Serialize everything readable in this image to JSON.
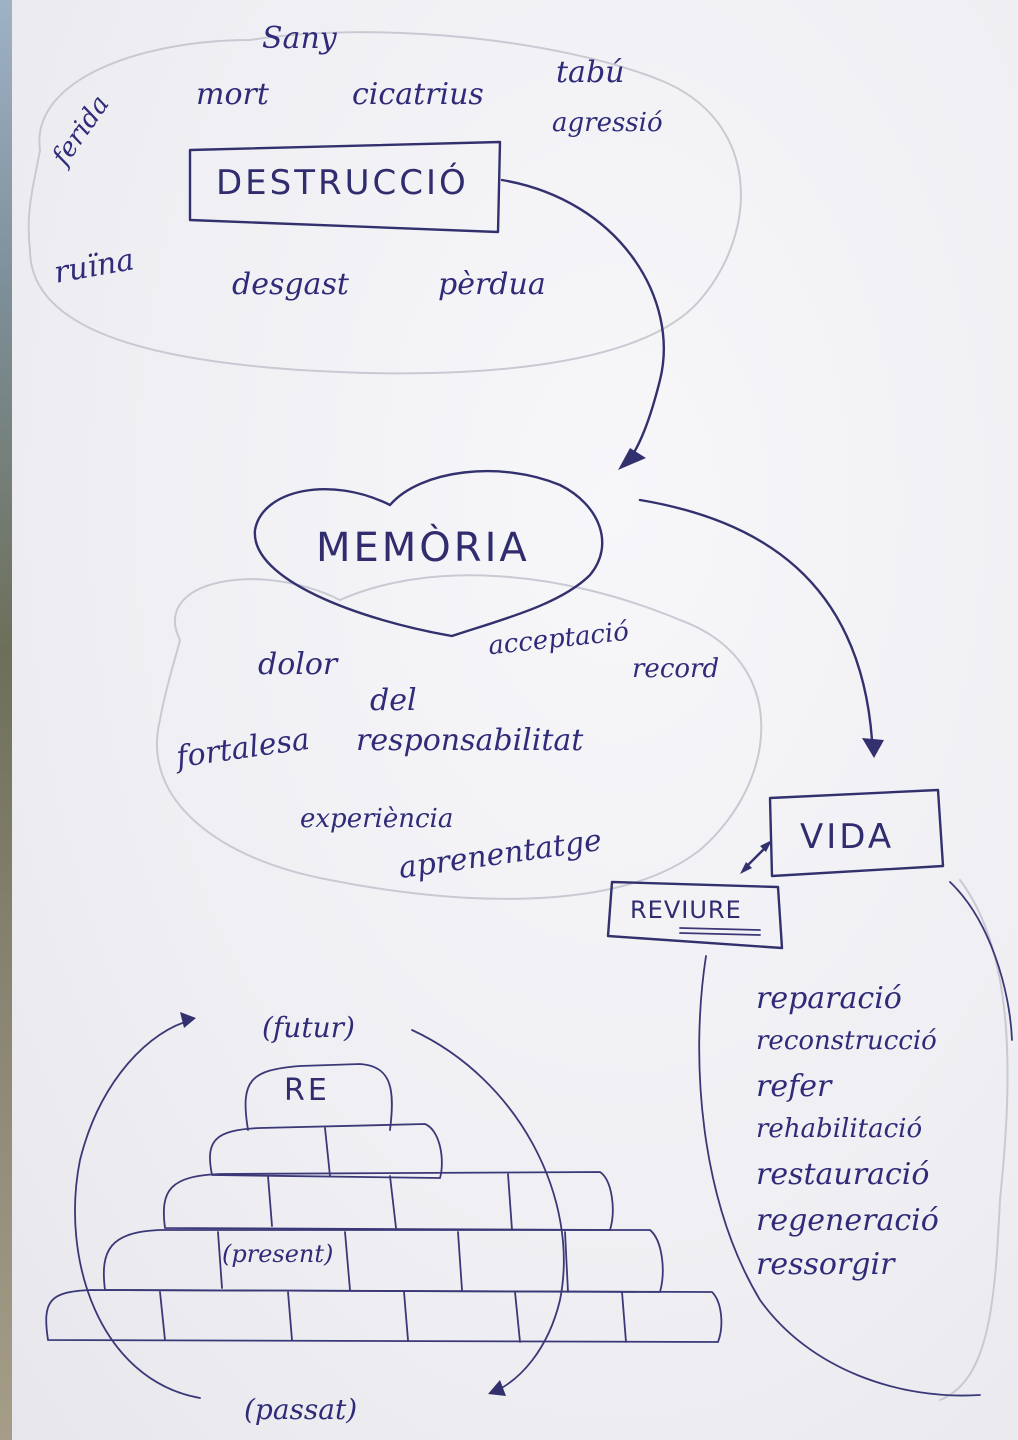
{
  "destruccio": {
    "title": "DESTRUCCIÓ",
    "words": [
      "Sany",
      "mort",
      "cicatrius",
      "tabú",
      "agressió",
      "ferida",
      "ruïna",
      "desgast",
      "pèrdua"
    ]
  },
  "memoria": {
    "title": "MEMÒRIA",
    "words": [
      "dolor",
      "acceptació",
      "record",
      "del",
      "fortalesa",
      "responsabilitat",
      "experiència",
      "aprenentatge"
    ]
  },
  "vida": {
    "title": "VIDA"
  },
  "reviure": {
    "title": "REVIURE",
    "list": [
      "reparació",
      "reconstrucció",
      "refer",
      "rehabilitació",
      "restauració",
      "regeneració",
      "ressorgir"
    ]
  },
  "wall": {
    "top_label": "RE",
    "future_label": "(futur)",
    "present_label": "(present)",
    "past_label": "(passat)"
  }
}
